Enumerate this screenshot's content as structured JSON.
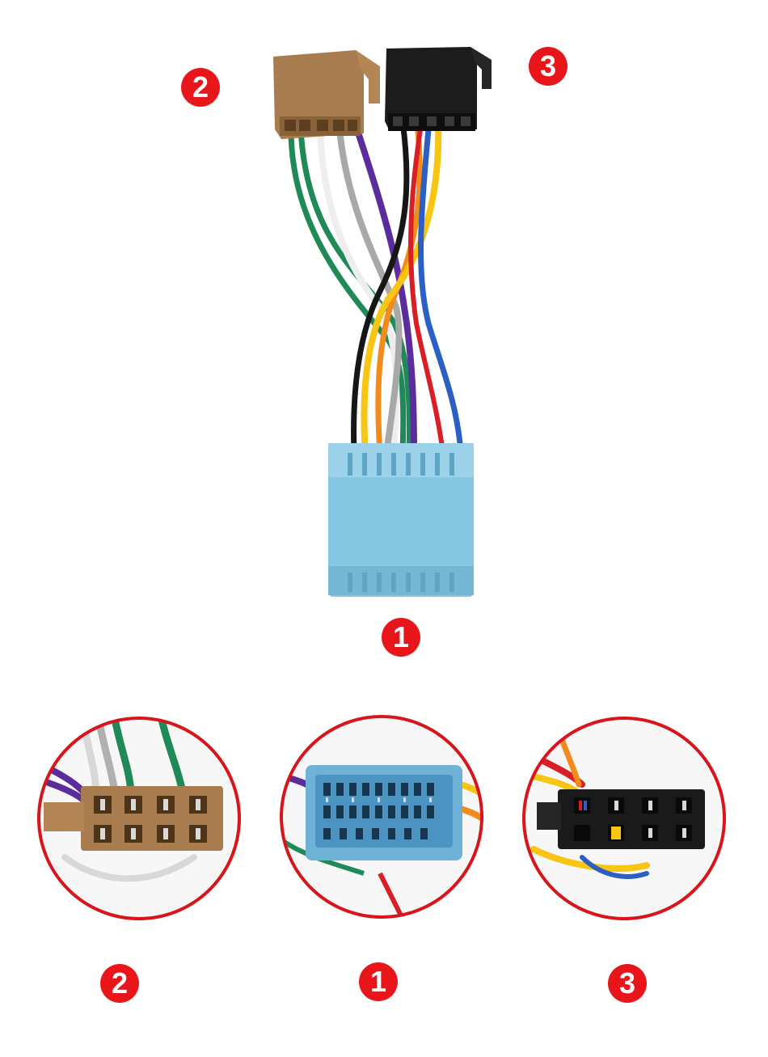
{
  "badges": {
    "top_left": "2",
    "top_right": "3",
    "top_center": "1",
    "bottom_left": "2",
    "bottom_center": "1",
    "bottom_right": "3"
  },
  "colors": {
    "badge": "#e8161b",
    "iso_connector_brown": "#a97c4f",
    "iso_connector_black": "#1c1c1c",
    "oem_connector_blue": "#7fc4e0",
    "circle_outline": "#d8151b"
  }
}
